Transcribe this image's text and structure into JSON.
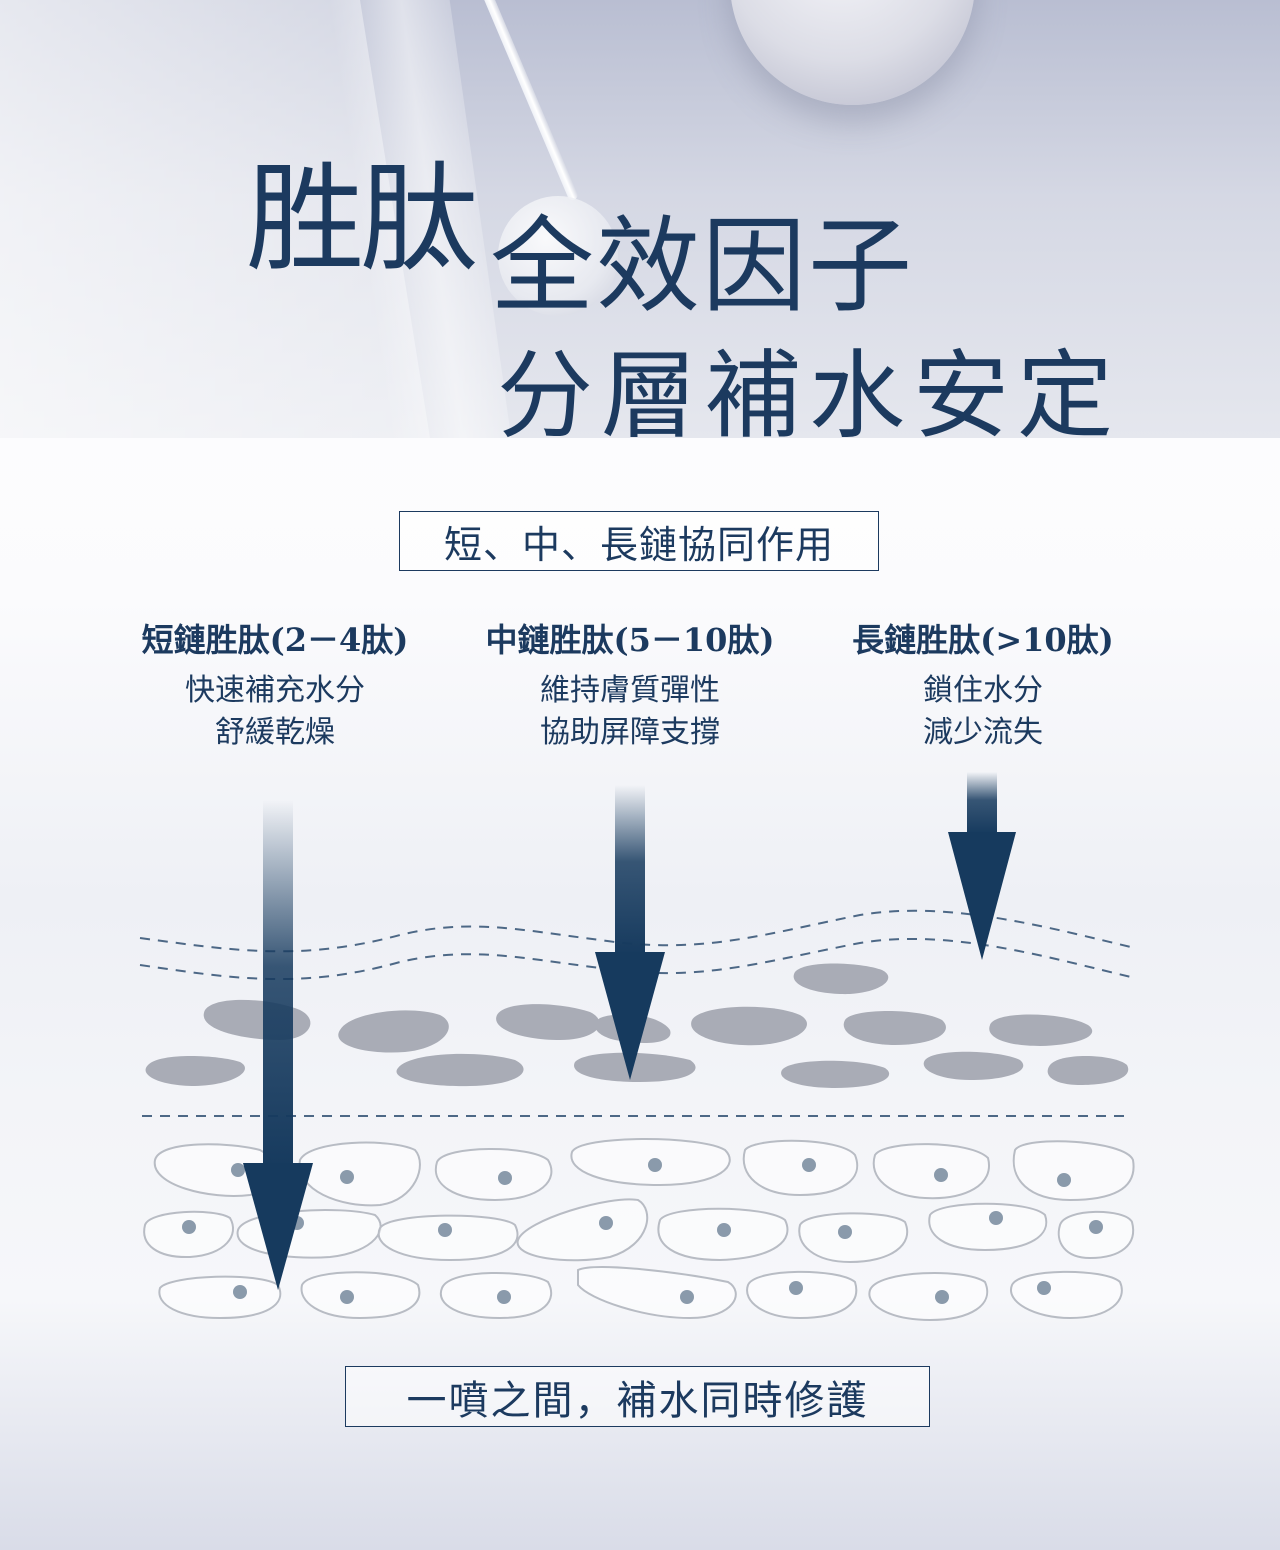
{
  "hero": {
    "title_line1_big": "胜肽",
    "title_line1_rest": "全效因子",
    "title_line2": "分層補水安定"
  },
  "subtitle_badge": "短、中、長鏈協同作用",
  "columns": [
    {
      "title": "短鏈胜肽(2－4肽)",
      "desc_line1": "快速補充水分",
      "desc_line2": "舒緩乾燥"
    },
    {
      "title": "中鏈胜肽(5－10肽)",
      "desc_line1": "維持膚質彈性",
      "desc_line2": "協助屏障支撐"
    },
    {
      "title": "長鏈胜肽(>10肽)",
      "desc_line1": "鎖住水分",
      "desc_line2": "減少流失"
    }
  ],
  "bottom_badge": "一噴之間，補水同時修護",
  "colors": {
    "navy": "#1c3a5f",
    "arrow": "#163a5e",
    "dark_cell": "#a9acb6",
    "cell_outline": "#b8bcc4",
    "nucleus": "#8a9aab"
  },
  "icons": [
    "down-arrow-icon"
  ]
}
